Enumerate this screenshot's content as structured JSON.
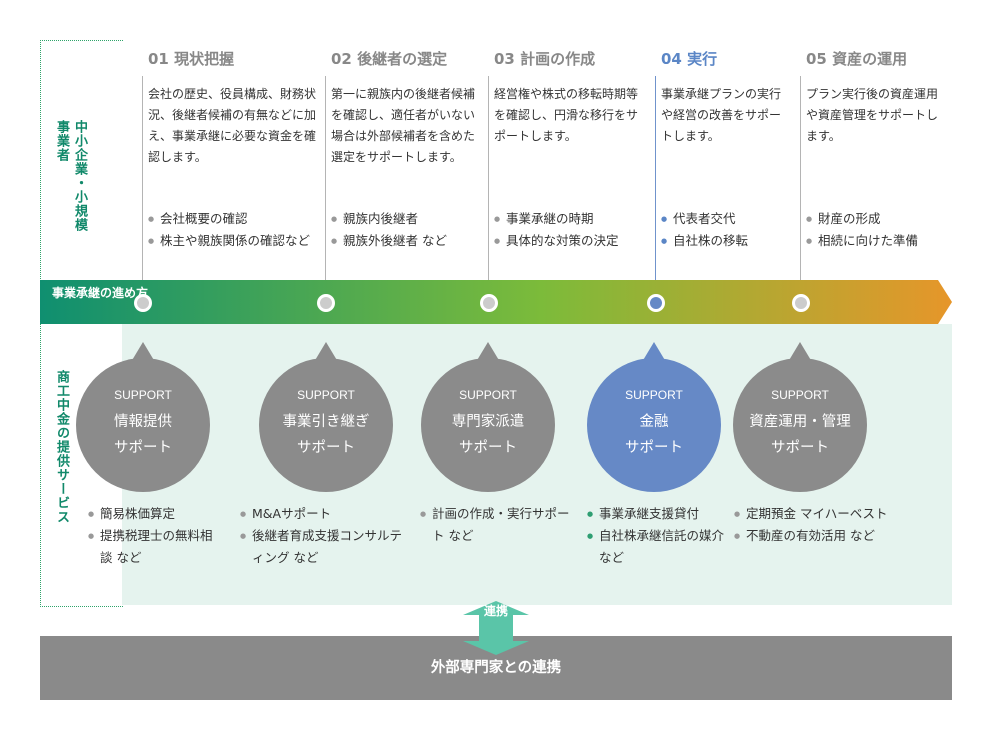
{
  "sidebar": {
    "top_label": "中小企業・小規模事業者",
    "middle_label": "事業承継の進め方",
    "bottom_label": "商工中金の提供サービス"
  },
  "steps": [
    {
      "title": "01 現状把握",
      "desc": "会社の歴史、役員構成、財務状況、後継者候補の有無などに加え、事業承継に必要な資金を確認します。",
      "bullets": [
        "会社概要の確認",
        "株主や親族関係の確認など"
      ]
    },
    {
      "title": "02 後継者の選定",
      "desc": "第一に親族内の後継者候補を確認し、適任者がいない場合は外部候補者を含めた選定をサポートします。",
      "bullets": [
        "親族内後継者",
        "親族外後継者 など"
      ]
    },
    {
      "title": "03 計画の作成",
      "desc": "経営権や株式の移転時期等を確認し、円滑な移行をサポートします。",
      "bullets": [
        "事業承継の時期",
        "具体的な対策の決定"
      ]
    },
    {
      "title": "04 実行",
      "desc": "事業承継プランの実行や経営の改善をサポートします。",
      "bullets": [
        "代表者交代",
        "自社株の移転"
      ]
    },
    {
      "title": "05 資産の運用",
      "desc": "プラン実行後の資産運用や資産管理をサポートします。",
      "bullets": [
        "財産の形成",
        "相続に向けた準備"
      ]
    }
  ],
  "supports": [
    {
      "en": "SUPPORT",
      "line1": "情報提供",
      "line2": "サポート",
      "bullets": [
        "簡易株価算定",
        "提携税理士の無料相談 など"
      ]
    },
    {
      "en": "SUPPORT",
      "line1": "事業引き継ぎ",
      "line2": "サポート",
      "bullets": [
        "M&Aサポート",
        "後継者育成支援コンサルティング など"
      ]
    },
    {
      "en": "SUPPORT",
      "line1": "専門家派遣",
      "line2": "サポート",
      "bullets": [
        "計画の作成・実行サポート など"
      ]
    },
    {
      "en": "SUPPORT",
      "line1": "金融",
      "line2": "サポート",
      "bullets": [
        "事業承継支援貸付",
        "自社株承継信託の媒介 など"
      ]
    },
    {
      "en": "SUPPORT",
      "line1": "資産運用・管理",
      "line2": "サポート",
      "bullets": [
        "定期預金 マイハーベスト",
        "不動産の有効活用 など"
      ]
    }
  ],
  "link": {
    "label": "連携"
  },
  "bottom": {
    "label": "外部専門家との連携"
  },
  "colors": {
    "active_blue": "#6689c6",
    "grey": "#8b8b8b",
    "panel_green": "#e5f3ee",
    "arrow_start": "#0f8f70",
    "arrow_mid": "#7cbb3a",
    "arrow_end": "#e6962a",
    "link_teal": "#5ac5a8"
  }
}
